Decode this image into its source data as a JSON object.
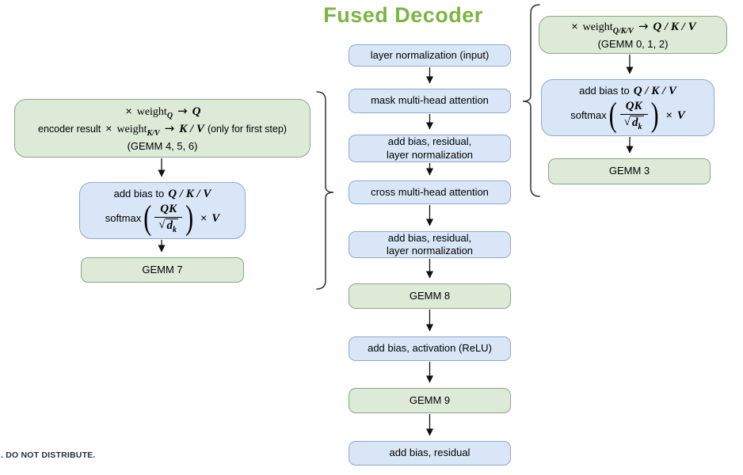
{
  "title": "Fused Decoder",
  "footer": {
    "confidential": ". DO NOT DISTRIBUTE."
  },
  "colors": {
    "title_green": "#7cb53f",
    "box_green_fill": "#dcead7",
    "box_green_border": "#8aa683",
    "box_blue_fill": "#d9e6f8",
    "box_blue_border": "#8fa9c9"
  },
  "center_column": {
    "boxes": [
      {
        "label": "layer normalization (input)",
        "type": "blue"
      },
      {
        "label": "mask multi-head attention",
        "type": "blue"
      },
      {
        "label": "add bias, residual,\nlayer normalization",
        "type": "blue"
      },
      {
        "label": "cross multi-head attention",
        "type": "blue"
      },
      {
        "label": "add bias, residual,\nlayer normalization",
        "type": "blue"
      },
      {
        "label": "GEMM 8",
        "type": "green"
      },
      {
        "label": "add bias, activation (ReLU)",
        "type": "blue"
      },
      {
        "label": "GEMM 9",
        "type": "green"
      },
      {
        "label": "add bias, residual",
        "type": "blue"
      }
    ]
  },
  "left_group": {
    "weights_box": {
      "row1": {
        "times": "×",
        "weight": "weight",
        "sub": "Q",
        "arrow": "→",
        "result": "Q"
      },
      "row2": {
        "prefix": "encoder result",
        "times": "×",
        "weight": "weight",
        "sub": "K/V",
        "arrow": "→",
        "result": "K / V",
        "note": "(only for first step)"
      },
      "row3": "(GEMM 4, 5, 6)"
    },
    "attention_box": {
      "line1_text": "add bias to",
      "line1_math": "Q / K / V",
      "softmax": "softmax",
      "paren_open": "(",
      "paren_close": ")",
      "numerator": "QK",
      "radical": "√",
      "den_base": "d",
      "den_sub": "k",
      "tail_times": "×",
      "tail_v": "V"
    },
    "gemm_label": "GEMM 7"
  },
  "right_group": {
    "weights_box": {
      "row1": {
        "times": "×",
        "weight": "weight",
        "sub": "Q/K/V",
        "arrow": "→",
        "result": "Q / K / V"
      },
      "row2": "(GEMM 0, 1, 2)"
    },
    "attention_box": {
      "line1_text": "add bias to",
      "line1_math": "Q / K / V",
      "softmax": "softmax",
      "paren_open": "(",
      "paren_close": ")",
      "numerator": "QK",
      "radical": "√",
      "den_base": "d",
      "den_sub": "k",
      "tail_times": "×",
      "tail_v": "V"
    },
    "gemm_label": "GEMM 3"
  }
}
